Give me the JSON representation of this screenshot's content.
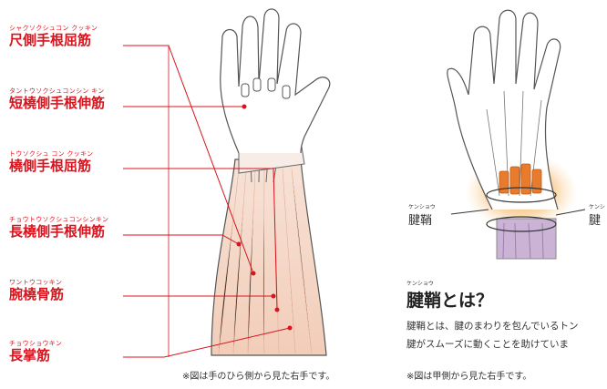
{
  "left_labels": [
    {
      "ruby": "シャクソクシュコン クッキン",
      "name": "尺側手根屈筋"
    },
    {
      "ruby": "タントウソクシュコンシン キン",
      "name": "短橈側手根伸筋"
    },
    {
      "ruby": "トウソクシュ コン クッキン",
      "name": "橈側手根屈筋"
    },
    {
      "ruby": "チョウトウソクシュコンシンキン",
      "name": "長橈側手根伸筋"
    },
    {
      "ruby": "ワントウコッキン",
      "name": "腕橈骨筋"
    },
    {
      "ruby": "チョウショウキン",
      "name": "長掌筋"
    }
  ],
  "left_caption": "※図は手のひら側から見た右手です。",
  "right_labels": {
    "left": {
      "ruby": "ケンショウ",
      "name": "腱鞘"
    },
    "right": {
      "ruby": "ケンシ",
      "name": "腱"
    }
  },
  "heading": {
    "ruby": "ケンショウ",
    "title": "腱鞘とは？"
  },
  "body_lines": [
    "腱鞘とは、腱のまわりを包んでいるトン",
    "腱がスムーズに動くことを助けていま"
  ],
  "right_caption": "※図は甲側から見た右手です。",
  "colors": {
    "accent": "#d8141e",
    "muscle": "#f3d3c2",
    "orange": "#e87b2c",
    "purple": "#c9a3cf"
  }
}
